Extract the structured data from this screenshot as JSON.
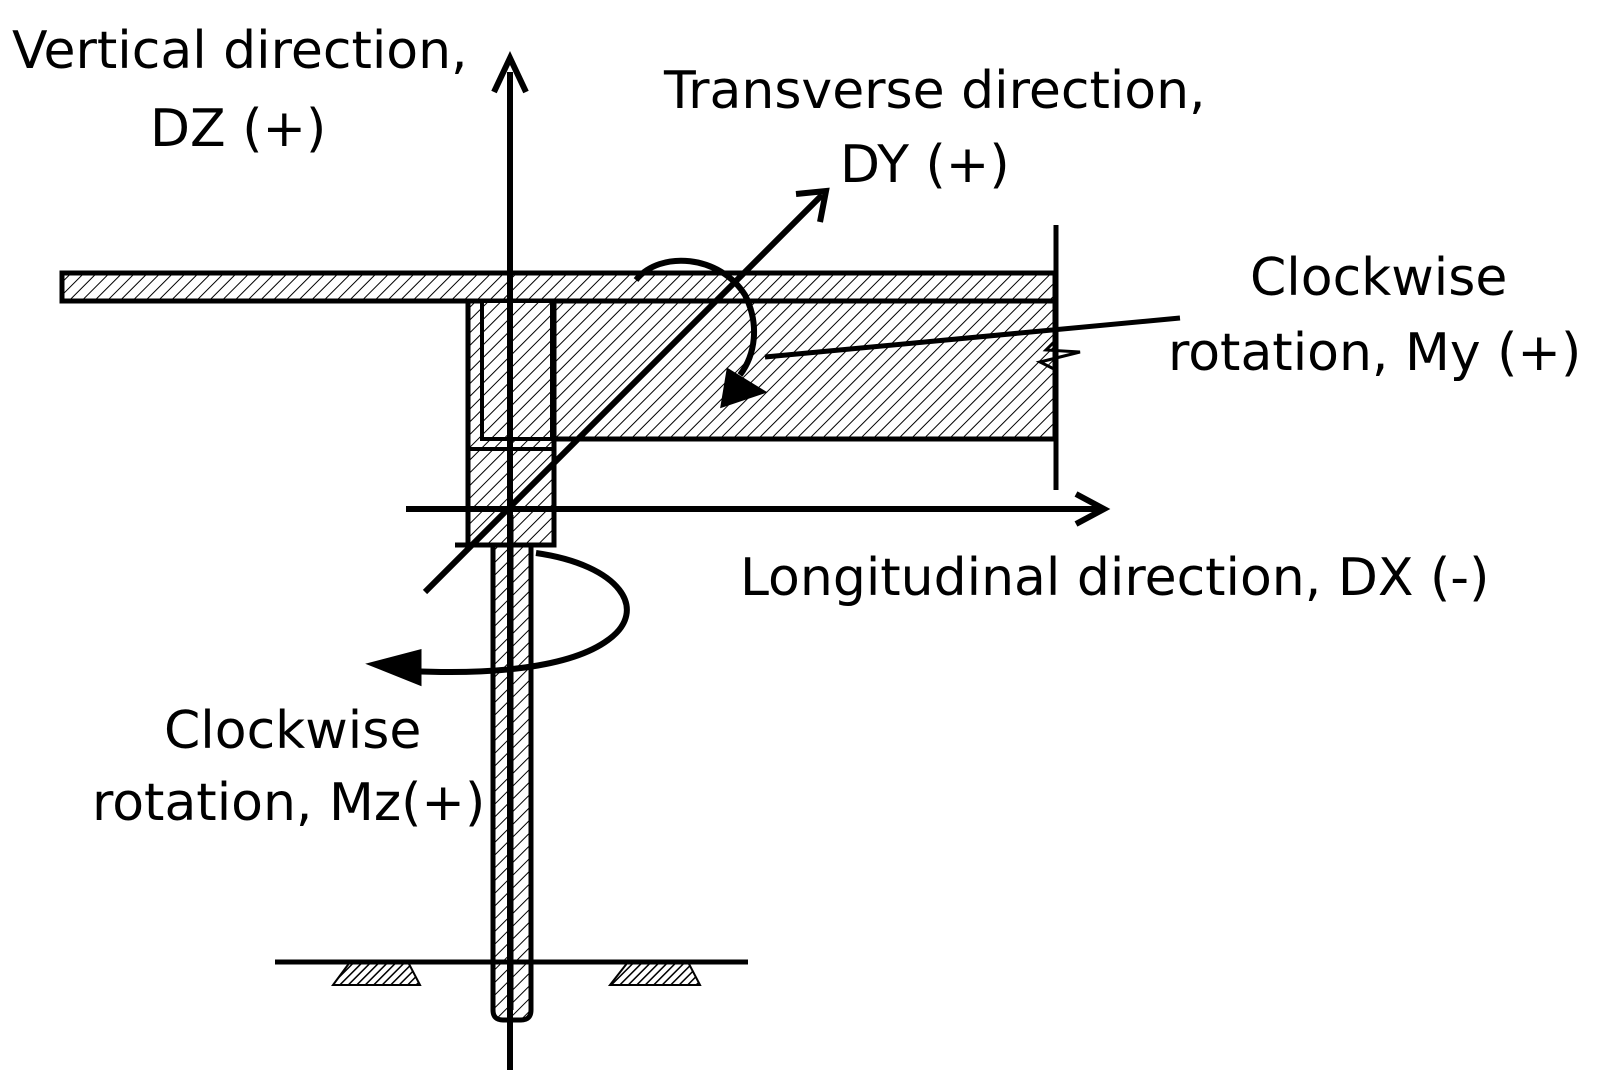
{
  "labels": {
    "vertical_line1": "Vertical direction,",
    "vertical_line2": "DZ (+)",
    "transverse_line1": "Transverse direction,",
    "transverse_line2": "DY (+)",
    "my_line1": "Clockwise",
    "my_line2": "rotation, My (+)",
    "longitudinal": "Longitudinal direction, DX (-)",
    "mz_line1": "Clockwise",
    "mz_line2": "rotation, Mz(+)"
  },
  "colors": {
    "ink": "#000000",
    "background": "#ffffff"
  }
}
